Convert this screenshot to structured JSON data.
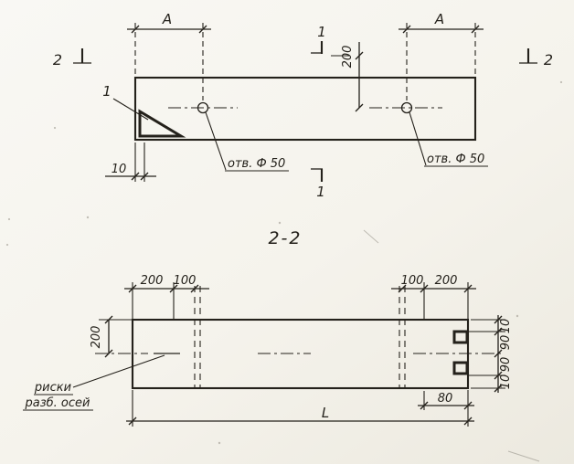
{
  "sheet": {
    "paper": "#f6f4ee",
    "ink": "#24211b"
  },
  "plan": {
    "dim_a_left": "А",
    "dim_a_right": "А",
    "sect1_top": "1",
    "sect1_bottom": "1",
    "sect2_left": "2",
    "sect2_right": "2",
    "dim_200": "200",
    "dim_10": "10",
    "detail_mark": "1",
    "hole_note_left": "отв. Ф 50",
    "hole_note_right": "отв. Ф 50"
  },
  "section": {
    "title": "2-2",
    "dim_left_200": "200",
    "dim_left_100": "100",
    "dim_right_100": "100",
    "dim_right_200": "200",
    "dim_height_200": "200",
    "dim_edge_10_top": "10",
    "dim_edge_90_top": "90",
    "dim_edge_90_bot": "90",
    "dim_edge_10_bot": "10",
    "dim_80": "80",
    "dim_length": "L",
    "note_line1": "риски",
    "note_line2": "разб. осей"
  }
}
